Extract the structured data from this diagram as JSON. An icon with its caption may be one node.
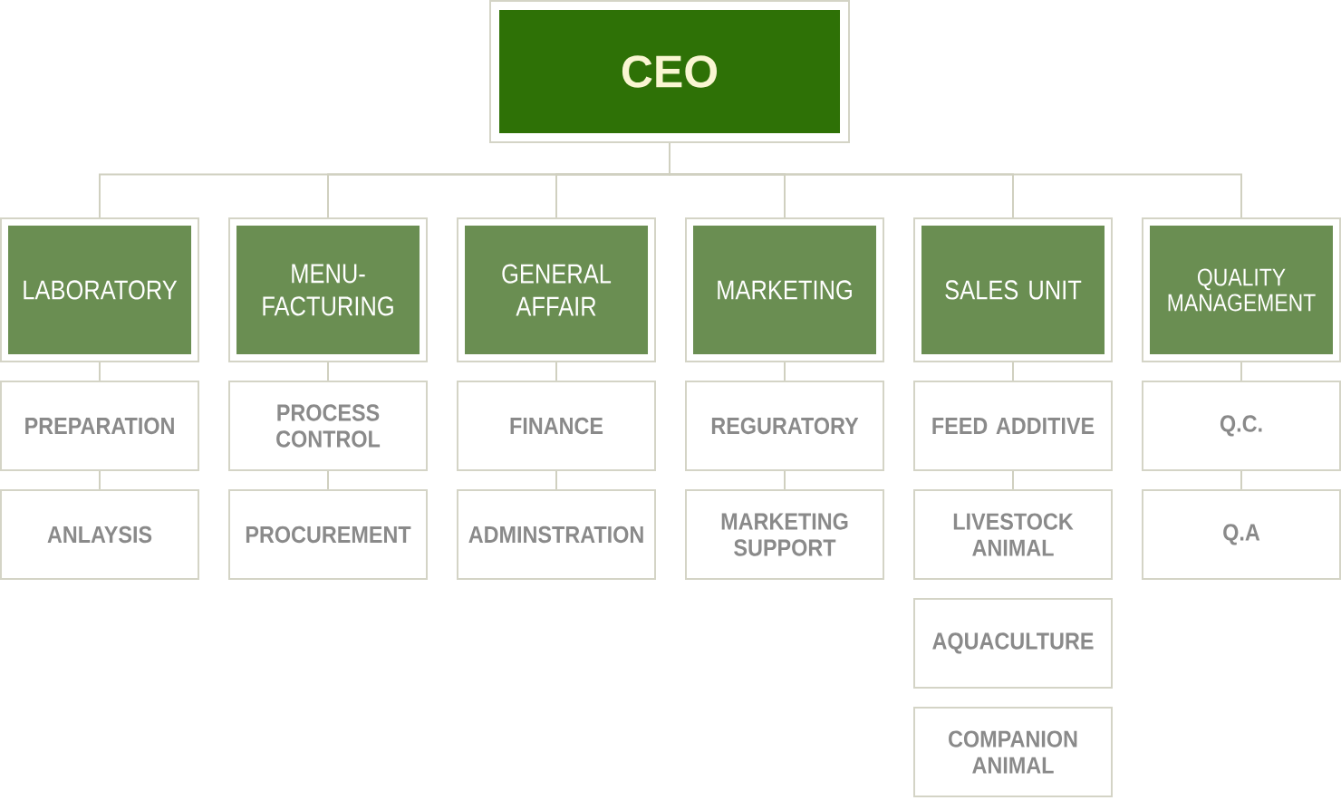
{
  "diagram": {
    "nodes": [
      {
        "text": [
          "CEO"
        ]
      },
      {
        "text": [
          "LABORATORY"
        ]
      },
      {
        "text": [
          "MENU- FACTURING"
        ]
      },
      {
        "text": [
          "GENERAL AFFAIR"
        ]
      },
      {
        "text": [
          "MARKETING"
        ]
      },
      {
        "text": [
          "SALES UNIT"
        ]
      },
      {
        "text": [
          "QUALITY MANAGEMENT"
        ]
      },
      {
        "text": [
          "PREPARATION"
        ]
      },
      {
        "text": [
          "PROCESS CONTROL"
        ]
      },
      {
        "text": [
          "FINANCE"
        ]
      },
      {
        "text": [
          "REGURATORY"
        ]
      },
      {
        "text": [
          "FEED ADDITIVE"
        ]
      },
      {
        "text": [
          "Q.C."
        ]
      },
      {
        "text": [
          "ANLAYSIS"
        ]
      },
      {
        "text": [
          "PROCUREMENT"
        ]
      },
      {
        "text": [
          "ADMINSTRATION"
        ]
      },
      {
        "text": [
          "MARKETING SUPPORT"
        ]
      },
      {
        "text": [
          "LIVESTOCK ANIMAL"
        ]
      },
      {
        "text": [
          "Q.A"
        ]
      },
      {
        "text": [
          "AQUACULTURE"
        ]
      },
      {
        "text": [
          "COMPANION ANIMAL"
        ]
      }
    ],
    "edges": [
      {
        "from": 0,
        "to": 1,
        "arrow": "none"
      },
      {
        "from": 0,
        "to": 2,
        "arrow": "none"
      },
      {
        "from": 0,
        "to": 3,
        "arrow": "none"
      },
      {
        "from": 0,
        "to": 4,
        "arrow": "none"
      },
      {
        "from": 0,
        "to": 5,
        "arrow": "none"
      },
      {
        "from": 0,
        "to": 6,
        "arrow": "none"
      },
      {
        "from": 1,
        "to": 7,
        "arrow": "none"
      },
      {
        "from": 2,
        "to": 8,
        "arrow": "none"
      },
      {
        "from": 3,
        "to": 9,
        "arrow": "none"
      },
      {
        "from": 4,
        "to": 10,
        "arrow": "none"
      },
      {
        "from": 5,
        "to": 11,
        "arrow": "none"
      },
      {
        "from": 6,
        "to": 12,
        "arrow": "none"
      },
      {
        "from": 7,
        "to": 13,
        "arrow": "none"
      },
      {
        "from": 8,
        "to": 14,
        "arrow": "none"
      },
      {
        "from": 9,
        "to": 15,
        "arrow": "none"
      },
      {
        "from": 10,
        "to": 16,
        "arrow": "none"
      },
      {
        "from": 11,
        "to": 17,
        "arrow": "none"
      },
      {
        "from": 12,
        "to": 18,
        "arrow": "none"
      }
    ]
  }
}
